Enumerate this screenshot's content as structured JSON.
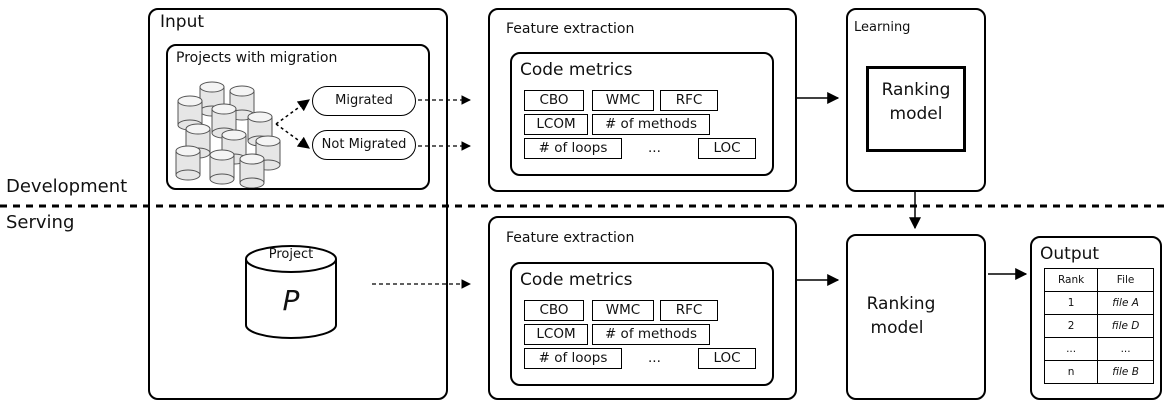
{
  "sections": {
    "development": "Development",
    "serving": "Serving"
  },
  "input": {
    "title": "Input",
    "projects_title": "Projects with migration",
    "migrated": "Migrated",
    "not_migrated": "Not Migrated",
    "project_label": "Project",
    "project_symbol": "P"
  },
  "feature_extraction": {
    "title": "Feature extraction",
    "code_metrics_title": "Code metrics",
    "metrics": {
      "cbo": "CBO",
      "wmc": "WMC",
      "rfc": "RFC",
      "lcom": "LCOM",
      "methods": "# of methods",
      "loops": "# of loops",
      "ellipsis": "...",
      "loc": "LOC"
    }
  },
  "learning": {
    "title": "Learning",
    "model_line1": "Ranking",
    "model_line2": "model"
  },
  "serving_model": {
    "line1": "Ranking",
    "line2": "model"
  },
  "output": {
    "title": "Output",
    "headers": {
      "rank": "Rank",
      "file": "File"
    },
    "rows": [
      {
        "rank": "1",
        "file": "file A"
      },
      {
        "rank": "2",
        "file": "file D"
      },
      {
        "rank": "...",
        "file": "..."
      },
      {
        "rank": "n",
        "file": "file B"
      }
    ]
  }
}
